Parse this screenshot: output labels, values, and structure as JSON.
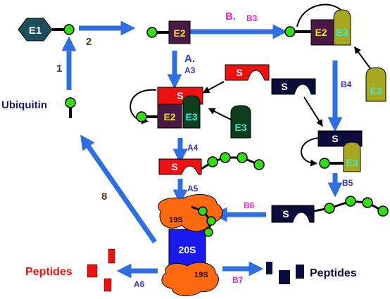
{
  "labels": {
    "e1": "E1",
    "e2": "E2",
    "e3": "E3",
    "s": "S",
    "ubiquitin": "Ubiquitin",
    "proteasome_cap": "19S",
    "proteasome_core": "20S",
    "peptides": "Peptides",
    "step_1": "1",
    "step_2": "2",
    "step_8": "8",
    "path_a": "A.",
    "path_b": "B.",
    "a3": "A3",
    "a4": "A4",
    "a5": "A5",
    "a6": "A6",
    "b3": "B3",
    "b4": "B4",
    "b5": "B5",
    "b6": "B6",
    "b7": "B7"
  },
  "colors": {
    "arrow_blue": "#2f6fe0",
    "ubiquitin_green": "#33dd11",
    "e1_teal": "#1b4d5a",
    "e2_purple": "#4a1845",
    "e3_dark_green": "#0e3d1e",
    "e3_olive": "#a8a820",
    "substrate_red": "#ee1111",
    "substrate_navy": "#0c0c3a",
    "proteasome_blue": "#1a1aee",
    "proteasome_orange": "#ff6a10",
    "label_magenta": "#ee22cc",
    "label_indigo": "#3333bb",
    "step_brown": "#5a3b1a",
    "e2_text_yellow": "#f0e020",
    "e3_text_cyan": "#33eedd"
  }
}
